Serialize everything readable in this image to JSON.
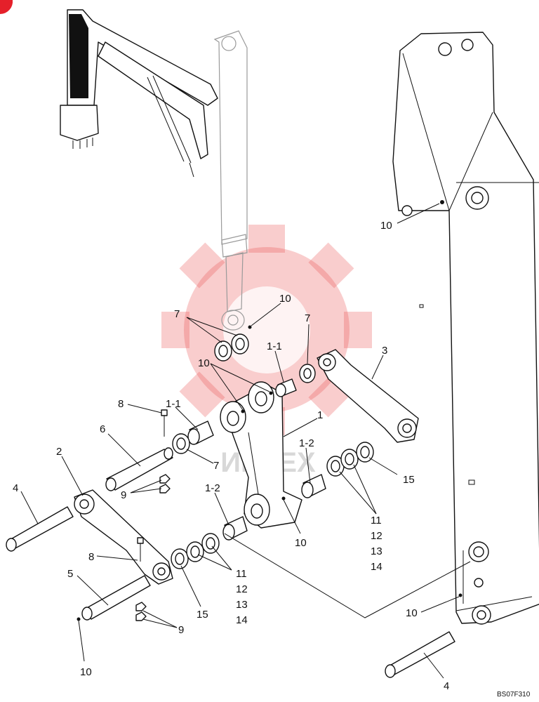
{
  "diagram": {
    "drawing_code": "BS07F310",
    "watermark_text": "ИНТЕХ",
    "callouts": [
      {
        "id": "c-10-boom-top",
        "text": "10"
      },
      {
        "id": "c-10-cyl",
        "text": "10"
      },
      {
        "id": "c-7-left",
        "text": "7"
      },
      {
        "id": "c-7-right",
        "text": "7"
      },
      {
        "id": "c-1-1-top",
        "text": "1-1"
      },
      {
        "id": "c-3",
        "text": "3"
      },
      {
        "id": "c-10-link",
        "text": "10"
      },
      {
        "id": "c-8-top",
        "text": "8"
      },
      {
        "id": "c-1-1-left",
        "text": "1-1"
      },
      {
        "id": "c-1",
        "text": "1"
      },
      {
        "id": "c-6",
        "text": "6"
      },
      {
        "id": "c-1-2-right",
        "text": "1-2"
      },
      {
        "id": "c-7-mid",
        "text": "7"
      },
      {
        "id": "c-2",
        "text": "2"
      },
      {
        "id": "c-15-right",
        "text": "15"
      },
      {
        "id": "c-9-top",
        "text": "9"
      },
      {
        "id": "c-4-left",
        "text": "4"
      },
      {
        "id": "c-1-2-left",
        "text": "1-2"
      },
      {
        "id": "c-11-right",
        "text": "11"
      },
      {
        "id": "c-12-right",
        "text": "12"
      },
      {
        "id": "c-13-right",
        "text": "13"
      },
      {
        "id": "c-14-right",
        "text": "14"
      },
      {
        "id": "c-10-bottom-link",
        "text": "10"
      },
      {
        "id": "c-8-bottom",
        "text": "8"
      },
      {
        "id": "c-11-left",
        "text": "11"
      },
      {
        "id": "c-12-left",
        "text": "12"
      },
      {
        "id": "c-13-left",
        "text": "13"
      },
      {
        "id": "c-14-left",
        "text": "14"
      },
      {
        "id": "c-5",
        "text": "5"
      },
      {
        "id": "c-15-left",
        "text": "15"
      },
      {
        "id": "c-9-bottom",
        "text": "9"
      },
      {
        "id": "c-10-bottom-arm",
        "text": "10"
      },
      {
        "id": "c-10-bottom-left",
        "text": "10"
      },
      {
        "id": "c-4-bottom",
        "text": "4"
      }
    ]
  }
}
